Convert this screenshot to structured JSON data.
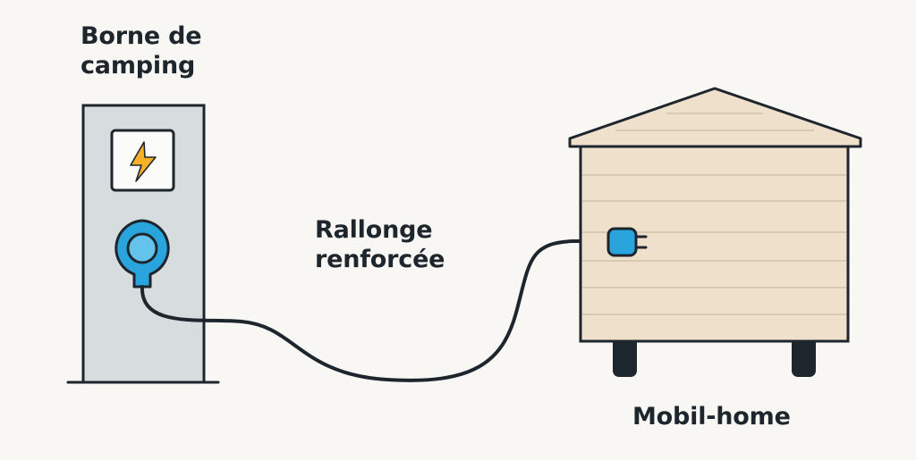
{
  "labels": {
    "borne": [
      "Borne de",
      "camping"
    ],
    "rallonge": [
      "Rallonge",
      "renforcée"
    ],
    "mobil_home": "Mobil-home"
  },
  "icons": {
    "panel": "lightning-bolt-icon",
    "socket": "power-socket-icon",
    "plug": "power-plug-icon"
  },
  "colors": {
    "outline": "#1e262d",
    "bollard": "#d7dcdf",
    "socket": "#2aa4dc",
    "bolt": "#f5b027",
    "siding": "#efe0cc",
    "siding_lines": "#d8c9b6",
    "background": "#f9f7f3"
  }
}
